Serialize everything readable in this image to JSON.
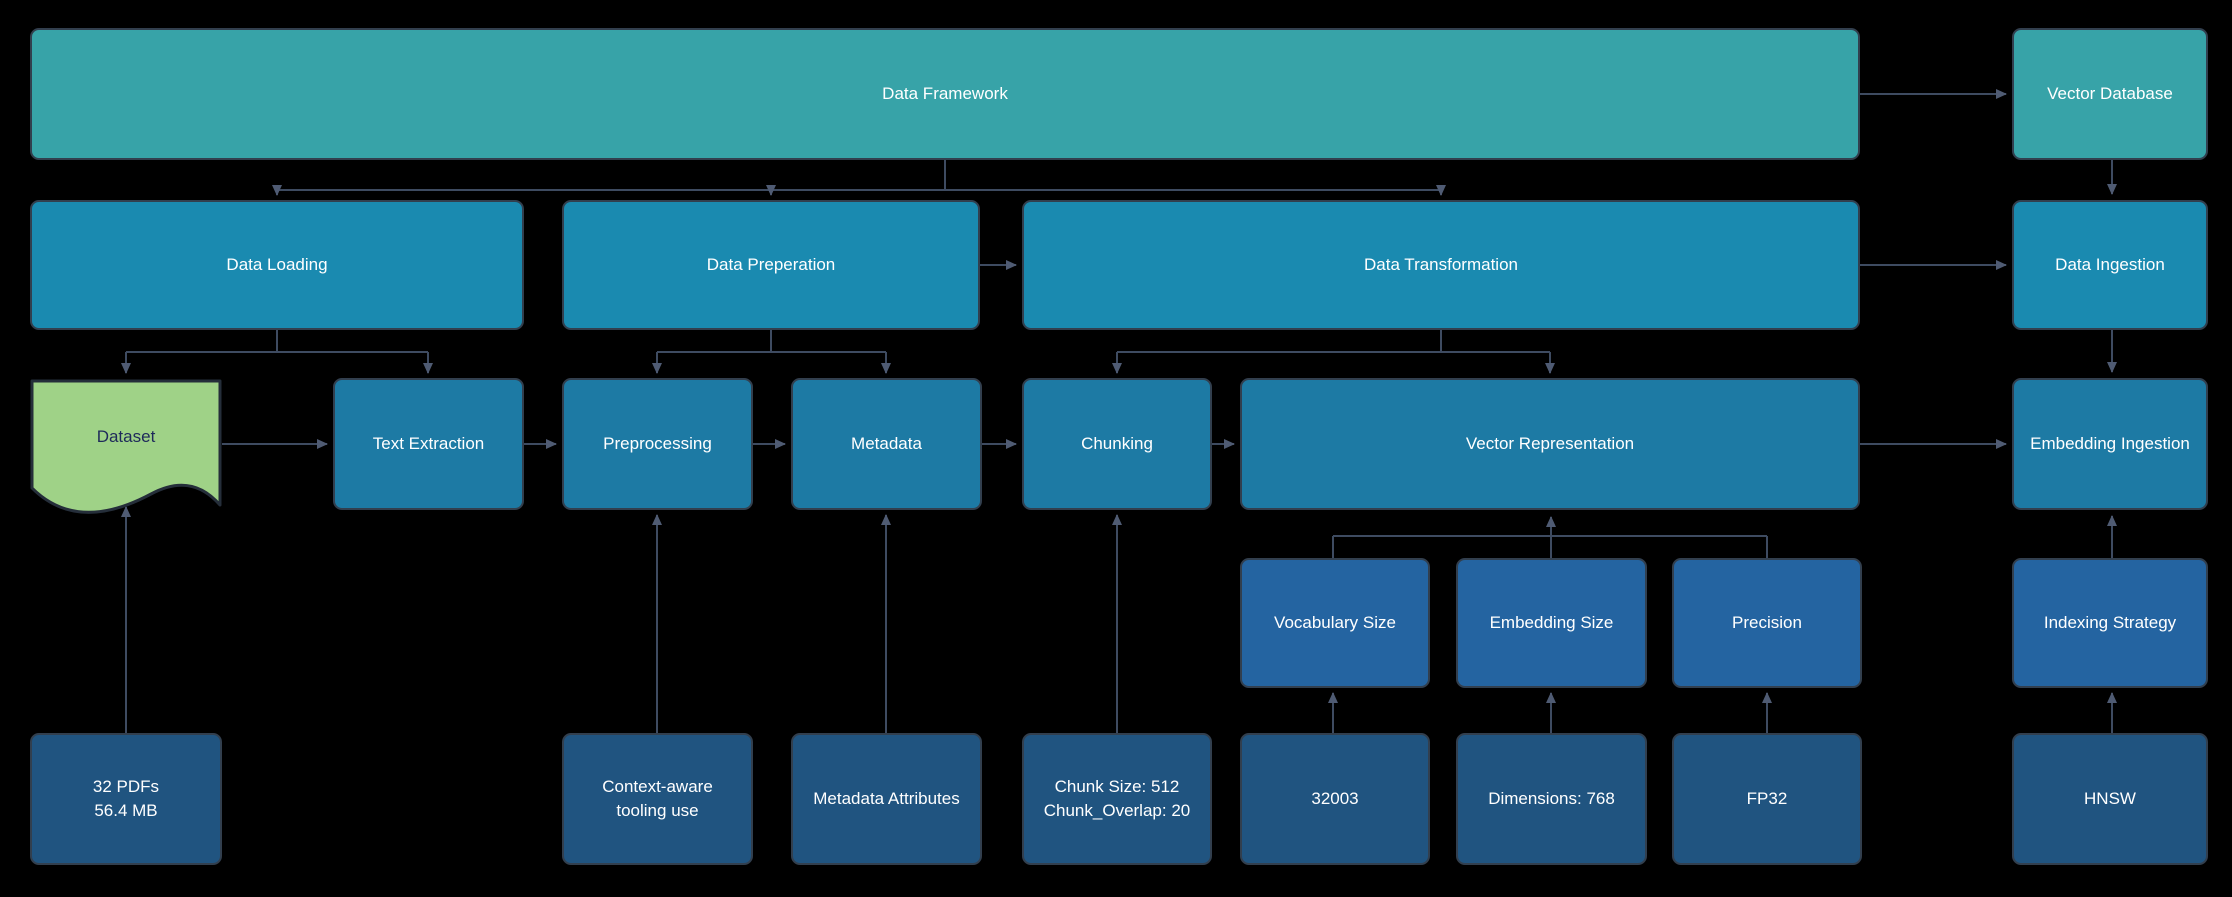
{
  "canvas": {
    "background": "#000000"
  },
  "colors": {
    "tier_framework": "#37a3a8",
    "tier_stage": "#1a8ab0",
    "tier_step": "#1d7aa4",
    "tier_parameter": "#2464a1",
    "tier_value": "#205480",
    "dataset_fill": "#9fd287",
    "dataset_text": "#1e2a5a",
    "connector": "#3e4b61",
    "arrowhead": "#4f5b73",
    "label_text": "#ffffff"
  },
  "nodes": {
    "data_framework": {
      "label": "Data Framework"
    },
    "vector_database": {
      "label": "Vector Database"
    },
    "data_loading": {
      "label": "Data Loading"
    },
    "data_preperation": {
      "label": "Data Preperation"
    },
    "data_transformation": {
      "label": "Data Transformation"
    },
    "data_ingestion": {
      "label": "Data Ingestion"
    },
    "dataset": {
      "label": "Dataset"
    },
    "text_extraction": {
      "label": "Text Extraction"
    },
    "preprocessing": {
      "label": "Preprocessing"
    },
    "metadata": {
      "label": "Metadata"
    },
    "chunking": {
      "label": "Chunking"
    },
    "vector_representation": {
      "label": "Vector Representation"
    },
    "embedding_ingestion": {
      "label": "Embedding Ingestion"
    },
    "vocabulary_size": {
      "label": "Vocabulary Size"
    },
    "embedding_size": {
      "label": "Embedding Size"
    },
    "precision": {
      "label": "Precision"
    },
    "indexing_strategy": {
      "label": "Indexing Strategy"
    },
    "pdf_dataset_value": {
      "label": "32 PDFs\n56.4 MB"
    },
    "tooling_value": {
      "label": "Context-aware\ntooling use"
    },
    "metadata_attributes_value": {
      "label": "Metadata Attributes"
    },
    "chunking_value": {
      "label": "Chunk Size: 512\nChunk_Overlap: 20"
    },
    "vocabulary_value": {
      "label": "32003"
    },
    "dimensions_value": {
      "label": "Dimensions: 768"
    },
    "precision_value": {
      "label": "FP32"
    },
    "indexing_value": {
      "label": "HNSW"
    }
  },
  "edges": [
    {
      "from": "Data Framework",
      "to": "Data Loading"
    },
    {
      "from": "Data Framework",
      "to": "Data Preperation"
    },
    {
      "from": "Data Framework",
      "to": "Data Transformation"
    },
    {
      "from": "Data Framework",
      "to": "Vector Database"
    },
    {
      "from": "Vector Database",
      "to": "Data Ingestion"
    },
    {
      "from": "Data Preperation",
      "to": "Data Transformation"
    },
    {
      "from": "Data Transformation",
      "to": "Data Ingestion"
    },
    {
      "from": "Data Ingestion",
      "to": "Embedding Ingestion"
    },
    {
      "from": "Data Loading",
      "to": "Dataset"
    },
    {
      "from": "Data Loading",
      "to": "Text Extraction"
    },
    {
      "from": "Data Preperation",
      "to": "Preprocessing"
    },
    {
      "from": "Data Preperation",
      "to": "Metadata"
    },
    {
      "from": "Data Transformation",
      "to": "Chunking"
    },
    {
      "from": "Data Transformation",
      "to": "Vector Representation"
    },
    {
      "from": "Dataset",
      "to": "Text Extraction"
    },
    {
      "from": "Text Extraction",
      "to": "Preprocessing"
    },
    {
      "from": "Preprocessing",
      "to": "Metadata"
    },
    {
      "from": "Metadata",
      "to": "Chunking"
    },
    {
      "from": "Chunking",
      "to": "Vector Representation"
    },
    {
      "from": "Vector Representation",
      "to": "Embedding Ingestion"
    },
    {
      "from": "32 PDFs 56.4 MB",
      "to": "Dataset"
    },
    {
      "from": "Context-aware tooling use",
      "to": "Preprocessing"
    },
    {
      "from": "Metadata Attributes",
      "to": "Metadata"
    },
    {
      "from": "Chunk Size: 512 Chunk_Overlap: 20",
      "to": "Chunking"
    },
    {
      "from": "32003",
      "to": "Vocabulary Size"
    },
    {
      "from": "Dimensions: 768",
      "to": "Embedding Size"
    },
    {
      "from": "FP32",
      "to": "Precision"
    },
    {
      "from": "HNSW",
      "to": "Indexing Strategy"
    },
    {
      "from": "Vocabulary Size",
      "to": "Vector Representation"
    },
    {
      "from": "Embedding Size",
      "to": "Vector Representation"
    },
    {
      "from": "Precision",
      "to": "Vector Representation"
    },
    {
      "from": "Indexing Strategy",
      "to": "Embedding Ingestion"
    }
  ]
}
